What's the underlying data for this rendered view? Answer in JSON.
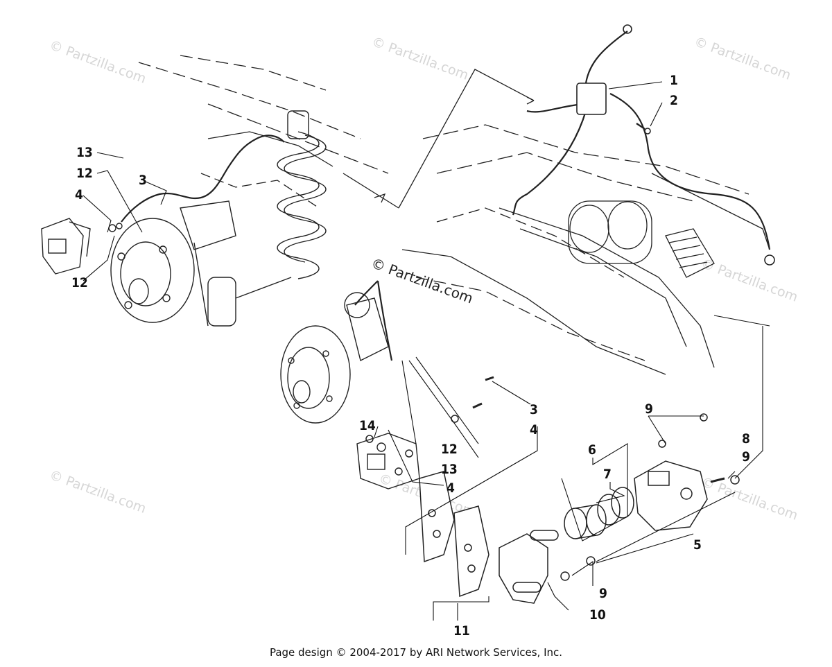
{
  "watermark": {
    "text": "© Partzilla.com"
  },
  "callouts": {
    "c1": "1",
    "c2": "2",
    "c3a": "3",
    "c3b": "3",
    "c4a": "4",
    "c4b": "4",
    "c4c": "4",
    "c5": "5",
    "c6": "6",
    "c7": "7",
    "c8": "8",
    "c9a": "9",
    "c9b": "9",
    "c9c": "9",
    "c10": "10",
    "c11": "11",
    "c12a": "12",
    "c12b": "12",
    "c12c": "12",
    "c13a": "13",
    "c13b": "13",
    "c14": "14"
  },
  "footer": {
    "text": "Page design © 2004-2017 by ARI Network Services, Inc."
  }
}
